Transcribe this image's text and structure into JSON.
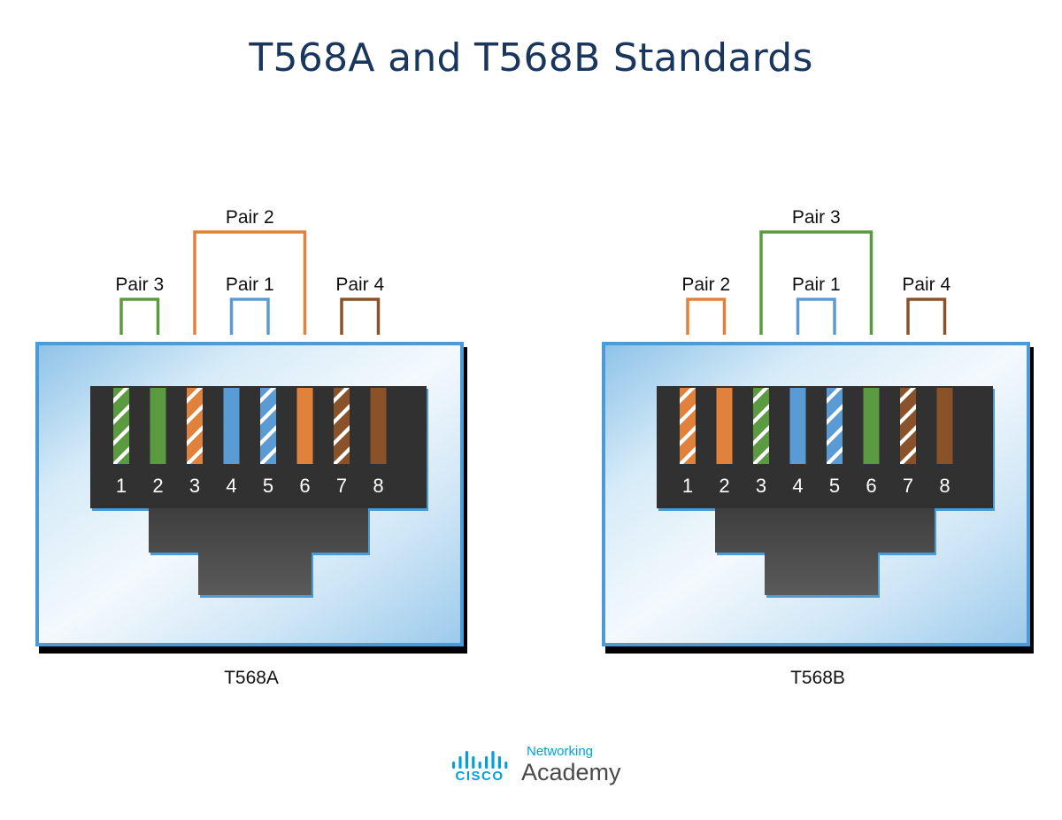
{
  "title": "T568A and T568B Standards",
  "colors": {
    "green": "#5b9a41",
    "orange": "#e0823c",
    "blue": "#5b9bd5",
    "brown": "#8a5228",
    "connector_dark": "#333333",
    "connector_mid": "#555555",
    "plate_blue": "#a9d0ec",
    "title": "#1b365d",
    "cisco_blue": "#049fd9"
  },
  "pin_numbers": [
    "1",
    "2",
    "3",
    "4",
    "5",
    "6",
    "7",
    "8"
  ],
  "connectors": [
    {
      "label": "T568A",
      "wires": [
        {
          "color": "green",
          "striped": true
        },
        {
          "color": "green",
          "striped": false
        },
        {
          "color": "orange",
          "striped": true
        },
        {
          "color": "blue",
          "striped": false
        },
        {
          "color": "blue",
          "striped": true
        },
        {
          "color": "orange",
          "striped": false
        },
        {
          "color": "brown",
          "striped": true
        },
        {
          "color": "brown",
          "striped": false
        }
      ],
      "pairs": [
        {
          "label": "Pair 3",
          "pins": [
            1,
            2
          ],
          "color": "green",
          "level": "low"
        },
        {
          "label": "Pair 2",
          "pins": [
            3,
            6
          ],
          "color": "orange",
          "level": "high"
        },
        {
          "label": "Pair 1",
          "pins": [
            4,
            5
          ],
          "color": "blue",
          "level": "low"
        },
        {
          "label": "Pair 4",
          "pins": [
            7,
            8
          ],
          "color": "brown",
          "level": "low"
        }
      ]
    },
    {
      "label": "T568B",
      "wires": [
        {
          "color": "orange",
          "striped": true
        },
        {
          "color": "orange",
          "striped": false
        },
        {
          "color": "green",
          "striped": true
        },
        {
          "color": "blue",
          "striped": false
        },
        {
          "color": "blue",
          "striped": true
        },
        {
          "color": "green",
          "striped": false
        },
        {
          "color": "brown",
          "striped": true
        },
        {
          "color": "brown",
          "striped": false
        }
      ],
      "pairs": [
        {
          "label": "Pair 2",
          "pins": [
            1,
            2
          ],
          "color": "orange",
          "level": "low"
        },
        {
          "label": "Pair 3",
          "pins": [
            3,
            6
          ],
          "color": "green",
          "level": "high"
        },
        {
          "label": "Pair 1",
          "pins": [
            4,
            5
          ],
          "color": "blue",
          "level": "low"
        },
        {
          "label": "Pair 4",
          "pins": [
            7,
            8
          ],
          "color": "brown",
          "level": "low"
        }
      ]
    }
  ],
  "logo": {
    "brand": "CISCO",
    "networking": "Networking",
    "academy": "Academy",
    "icon": "cisco-bridge-icon"
  }
}
